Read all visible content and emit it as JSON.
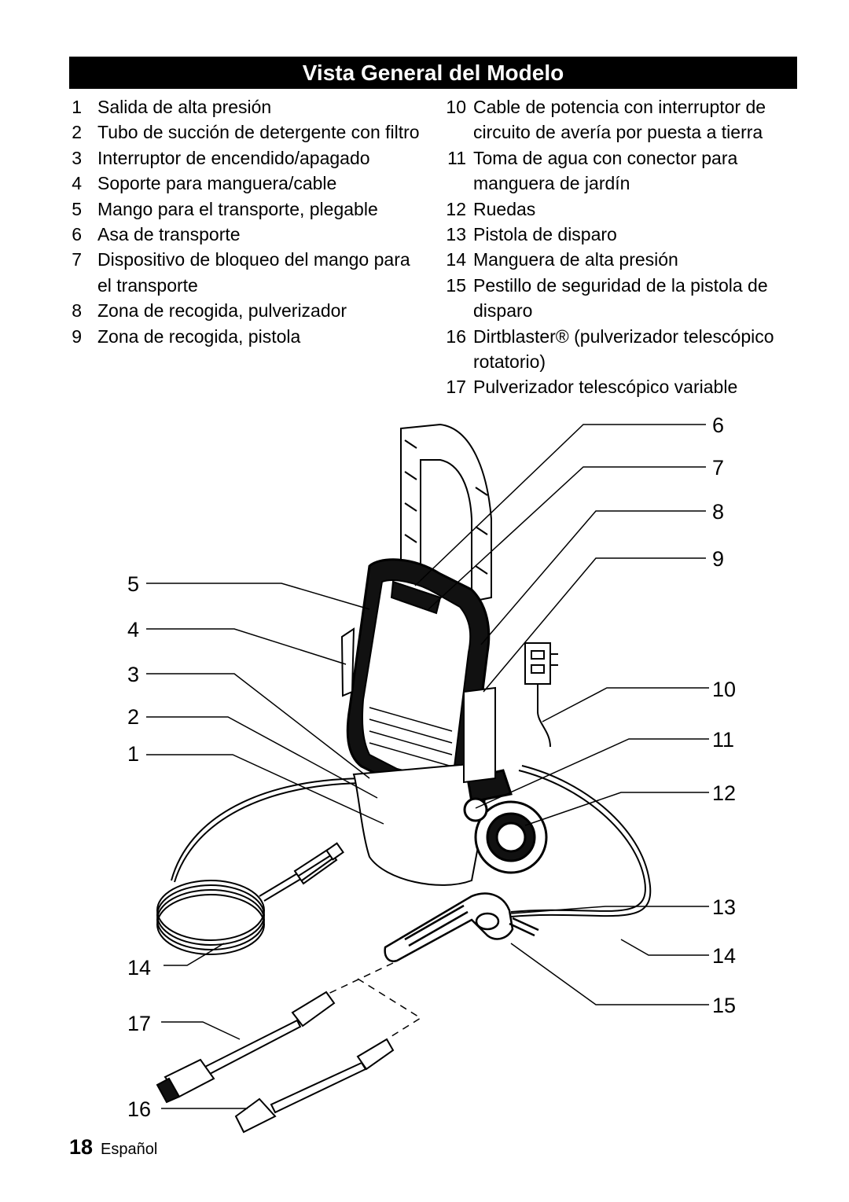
{
  "header": {
    "title": "Vista General del Modelo"
  },
  "legend_left": [
    {
      "num": "1",
      "text": "Salida de alta presión"
    },
    {
      "num": "2",
      "text": "Tubo de succión de detergente con filtro"
    },
    {
      "num": "3",
      "text": "Interruptor de encendido/apagado"
    },
    {
      "num": "4",
      "text": "Soporte para manguera/cable"
    },
    {
      "num": "5",
      "text": "Mango para el transporte, plegable"
    },
    {
      "num": "6",
      "text": "Asa de transporte"
    },
    {
      "num": "7",
      "text": "Dispositivo de bloqueo del mango para el transporte"
    },
    {
      "num": "8",
      "text": "Zona de recogida, pulverizador"
    },
    {
      "num": "9",
      "text": "Zona de recogida, pistola"
    }
  ],
  "legend_right": [
    {
      "num": "10",
      "text": "Cable de potencia con interruptor de circuito de avería por puesta a tierra"
    },
    {
      "num": "11",
      "text": "Toma de agua con conector para manguera de jardín"
    },
    {
      "num": "12",
      "text": "Ruedas"
    },
    {
      "num": "13",
      "text": "Pistola de disparo"
    },
    {
      "num": "14",
      "text": "Manguera de alta presión"
    },
    {
      "num": "15",
      "text": "Pestillo de seguridad de la pistola de disparo"
    },
    {
      "num": "16",
      "text": "Dirtblaster® (pulverizador telescópico rotatorio)"
    },
    {
      "num": "17",
      "text": "Pulverizador telescópico variable"
    }
  ],
  "callouts": {
    "c1": "1",
    "c2": "2",
    "c3": "3",
    "c4": "4",
    "c5": "5",
    "c6": "6",
    "c7": "7",
    "c8": "8",
    "c9": "9",
    "c10": "10",
    "c11": "11",
    "c12": "12",
    "c13": "13",
    "c14a": "14",
    "c14b": "14",
    "c15": "15",
    "c16": "16",
    "c17": "17"
  },
  "footer": {
    "page": "18",
    "language": "Español"
  }
}
